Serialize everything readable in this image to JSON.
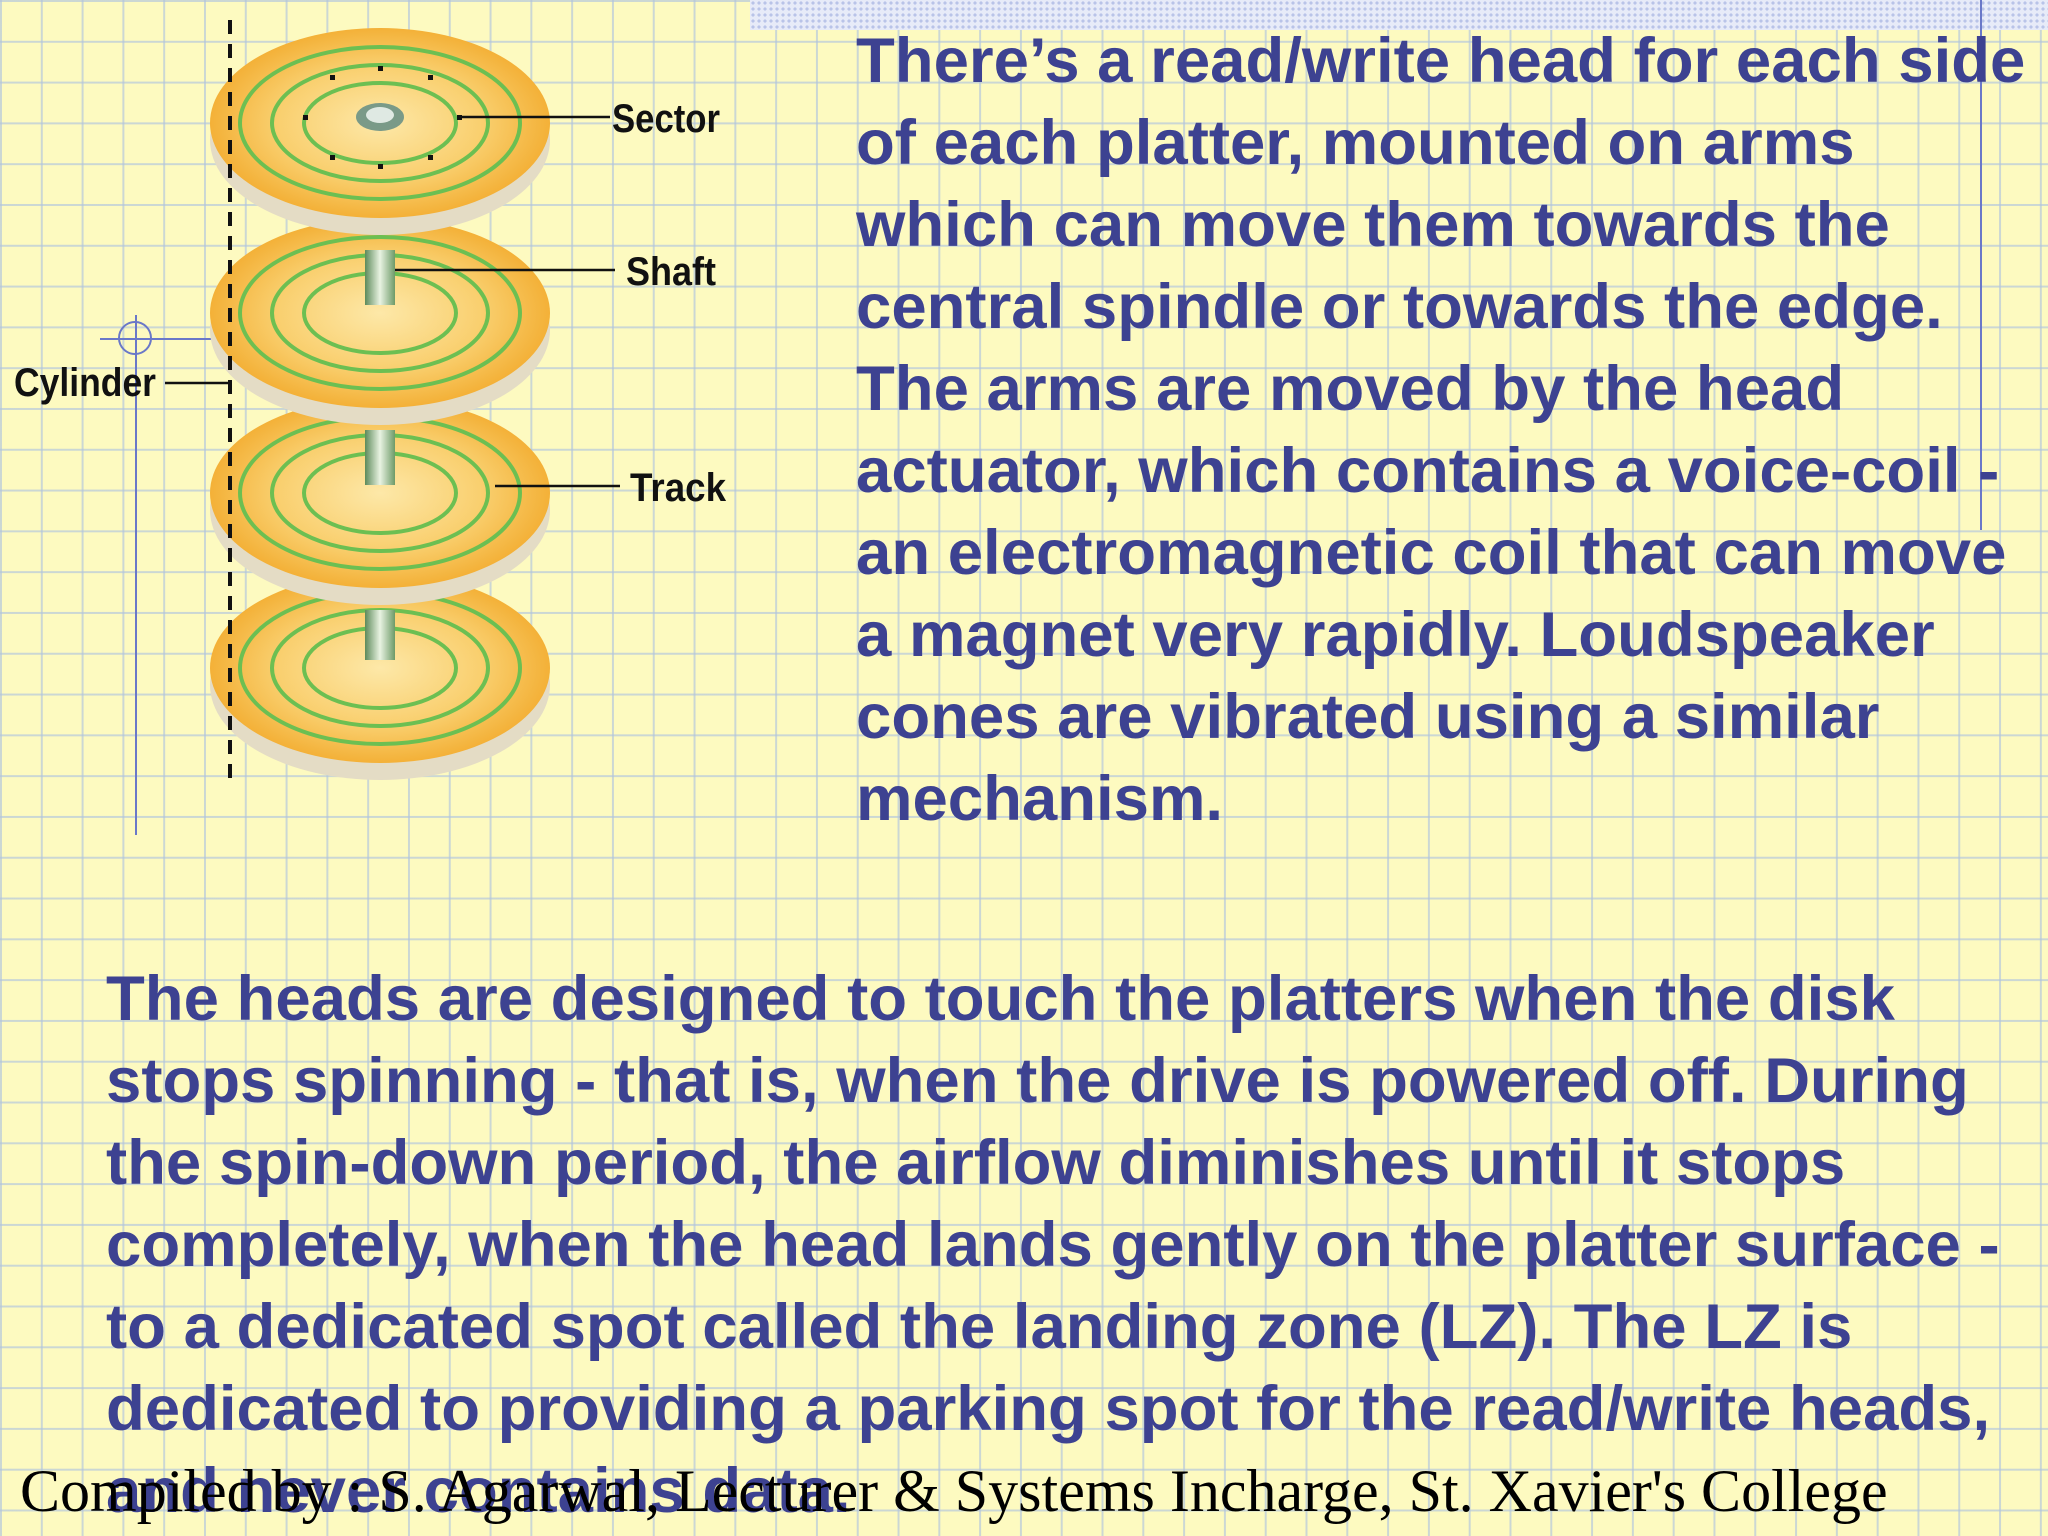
{
  "diagram": {
    "labels": {
      "sector": "Sector",
      "shaft": "Shaft",
      "cylinder": "Cylinder",
      "track": "Track"
    },
    "colors": {
      "platter": "#f6b43c",
      "track_ring": "#6cbf52",
      "text": "#3d4291"
    }
  },
  "content": {
    "paragraph_1": "There’s a read/write head for each side of each platter, mounted on arms which can move them towards the central spindle or towards the edge. The arms are moved by the head actuator, which contains a voice-coil - an electromagnetic coil that can move a magnet very rapidly. Loudspeaker cones are vibrated using a similar mechanism.",
    "paragraph_2": "The heads are designed to touch the platters when the disk stops spinning - that is, when the drive is powered off. During the spin-down period, the airflow diminishes until it stops completely, when the head lands gently on the platter surface - to a dedicated spot called the landing zone (LZ). The LZ is dedicated to providing a parking spot for the read/write heads, and never contains data."
  },
  "footer": {
    "text": "Compiled by : S. Agarwal, Lecturer & Systems Incharge, St. Xavier's College"
  }
}
